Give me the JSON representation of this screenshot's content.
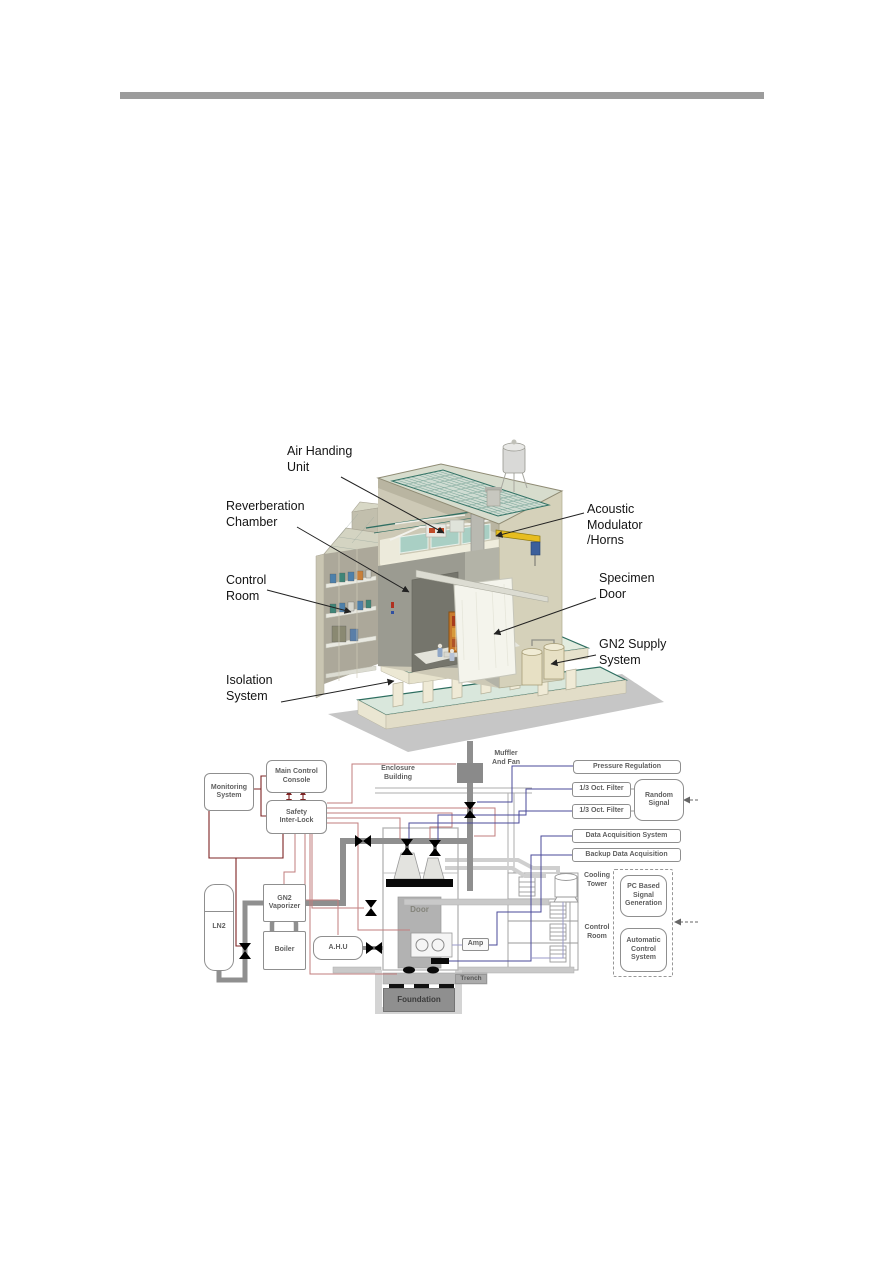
{
  "header": {
    "rule_color": "#9c9c9c"
  },
  "figure_3d": {
    "labels": {
      "air_handling": "Air Handing\nUnit",
      "reverberation": "Reverberation\nChamber",
      "control_room": "Control\nRoom",
      "isolation": "Isolation\nSystem",
      "acoustic": "Acoustic\nModulator\n/Horns",
      "specimen_door": "Specimen\nDoor",
      "gn2_supply": "GN2 Supply\nSystem"
    }
  },
  "schematic": {
    "boxes": {
      "monitoring": "Monitoring\nSystem",
      "main_console": "Main Control\nConsole",
      "safety_interlock": "Safety\nInter-Lock",
      "pressure_regulation": "Pressure Regulation",
      "oct_filter_1": "1/3 Oct. Filter",
      "oct_filter_2": "1/3 Oct. Filter",
      "random_signal": "Random\nSignal",
      "data_acquisition": "Data Acquisition System",
      "backup_acquisition": "Backup Data Acquisition",
      "pc_signal": "PC Based\nSignal\nGeneration",
      "auto_control": "Automatic\nControl\nSystem",
      "ln2": "LN2",
      "gn2_vaporizer": "GN2\nVaporizer",
      "boiler": "Boiler",
      "ahu": "A.H.U",
      "amp": "Amp",
      "foundation": "Foundation",
      "trench": "Trench"
    },
    "labels": {
      "enclosure_building": "Enclosure\nBuilding",
      "muffler_fan": "Muffler\nAnd Fan",
      "cooling_tower": "Cooling\nTower",
      "control_room": "Control\nRoom",
      "door": "Door"
    },
    "colors": {
      "wire_control_dark": "#7d2424",
      "wire_control_light": "#c27d7d",
      "wire_signal_dark": "#4a4a9a",
      "wire_signal_light": "#9a9ac8",
      "pipe": "#8f8f8f",
      "duct": "#cfcfcf"
    }
  }
}
